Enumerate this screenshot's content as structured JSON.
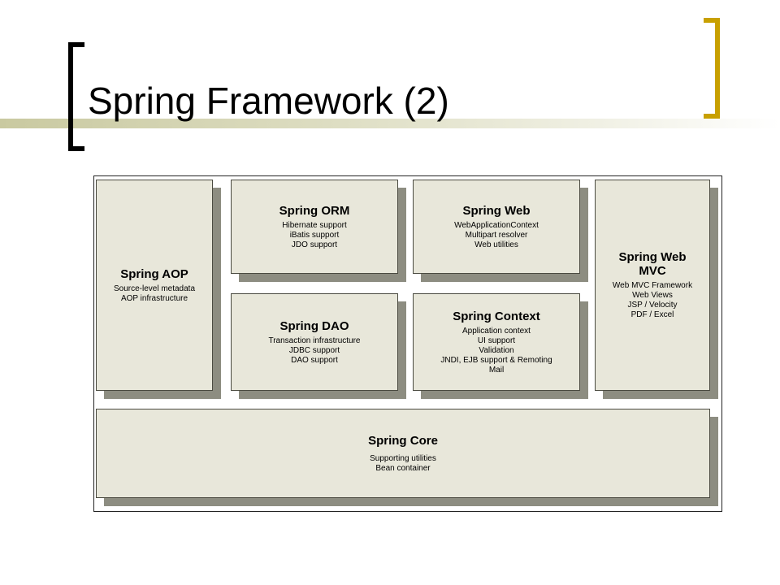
{
  "slide": {
    "title": "Spring Framework (2)"
  },
  "modules": {
    "aop": {
      "title": "Spring AOP",
      "items": [
        "Source-level metadata",
        "AOP infrastructure"
      ]
    },
    "orm": {
      "title": "Spring ORM",
      "items": [
        "Hibernate support",
        "iBatis support",
        "JDO support"
      ]
    },
    "web": {
      "title": "Spring Web",
      "items": [
        "WebApplicationContext",
        "Multipart resolver",
        "Web utilities"
      ]
    },
    "mvc": {
      "title_line1": "Spring Web",
      "title_line2": "MVC",
      "items": [
        "Web MVC Framework",
        "Web Views",
        "JSP / Velocity",
        "PDF / Excel"
      ]
    },
    "dao": {
      "title": "Spring DAO",
      "items": [
        "Transaction infrastructure",
        "JDBC support",
        "DAO support"
      ]
    },
    "context": {
      "title": "Spring Context",
      "items": [
        "Application context",
        "UI support",
        "Validation",
        "JNDI, EJB support & Remoting",
        "Mail"
      ]
    },
    "core": {
      "title": "Spring Core",
      "items": [
        "Supporting utilities",
        "Bean container"
      ]
    }
  },
  "colors": {
    "module_face": "#e8e7da",
    "module_shadow": "#8d8d81",
    "left_bracket": "#000000",
    "right_bracket": "#c8a000"
  }
}
